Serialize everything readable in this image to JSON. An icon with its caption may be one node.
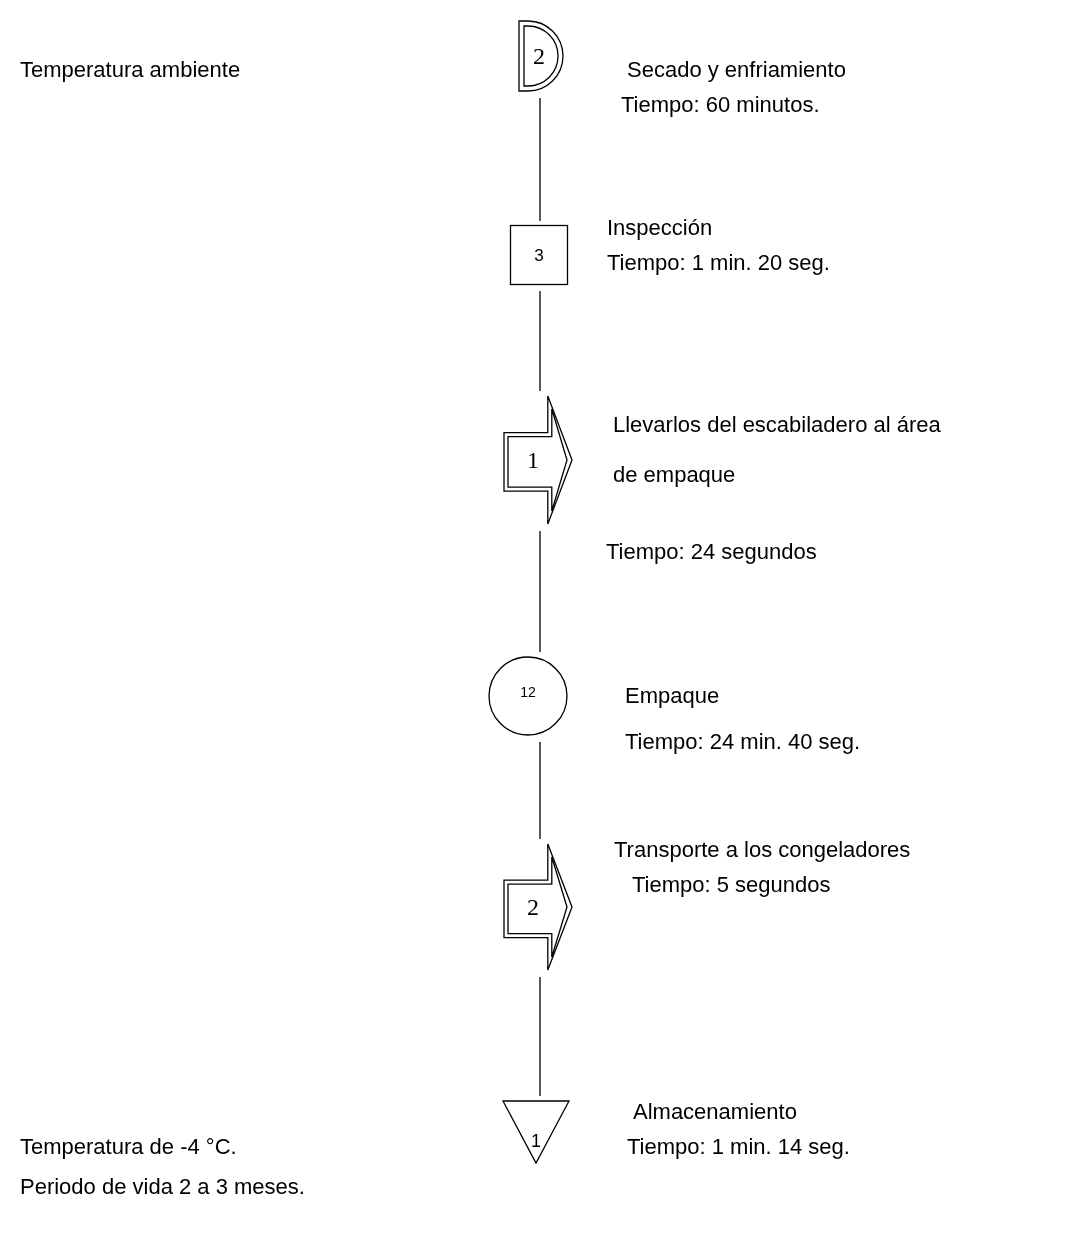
{
  "diagram": {
    "nodes": [
      {
        "text": [
          "2"
        ],
        "beside": [
          "Secado y enfriamiento",
          "Tiempo: 60 minutos."
        ]
      },
      {
        "text": [
          "3"
        ],
        "beside": [
          "Inspección",
          "Tiempo: 1 min. 20 seg."
        ]
      },
      {
        "text": [
          "1"
        ],
        "beside": [
          "Llevarlos del escabiladero al área de empaque",
          "Tiempo: 24 segundos"
        ]
      },
      {
        "text": [
          "12"
        ],
        "beside": [
          "Empaque",
          "Tiempo: 24 min. 40 seg."
        ]
      },
      {
        "text": [
          "2"
        ],
        "beside": [
          "Transporte a los congeladores",
          "Tiempo: 5 segundos"
        ]
      },
      {
        "text": [
          "1"
        ],
        "beside": [
          "Almacenamiento",
          "Tiempo: 1 min. 14 seg."
        ]
      }
    ],
    "edges": [
      {
        "from": 0,
        "to": 1,
        "arrow": "none"
      },
      {
        "from": 1,
        "to": 2,
        "arrow": "none"
      },
      {
        "from": 2,
        "to": 3,
        "arrow": "none"
      },
      {
        "from": 3,
        "to": 4,
        "arrow": "none"
      },
      {
        "from": 4,
        "to": 5,
        "arrow": "none"
      }
    ],
    "labels": [
      "Temperatura ambiente",
      "Temperatura de -4 °C.",
      "Periodo de vida 2 a 3 meses."
    ]
  }
}
